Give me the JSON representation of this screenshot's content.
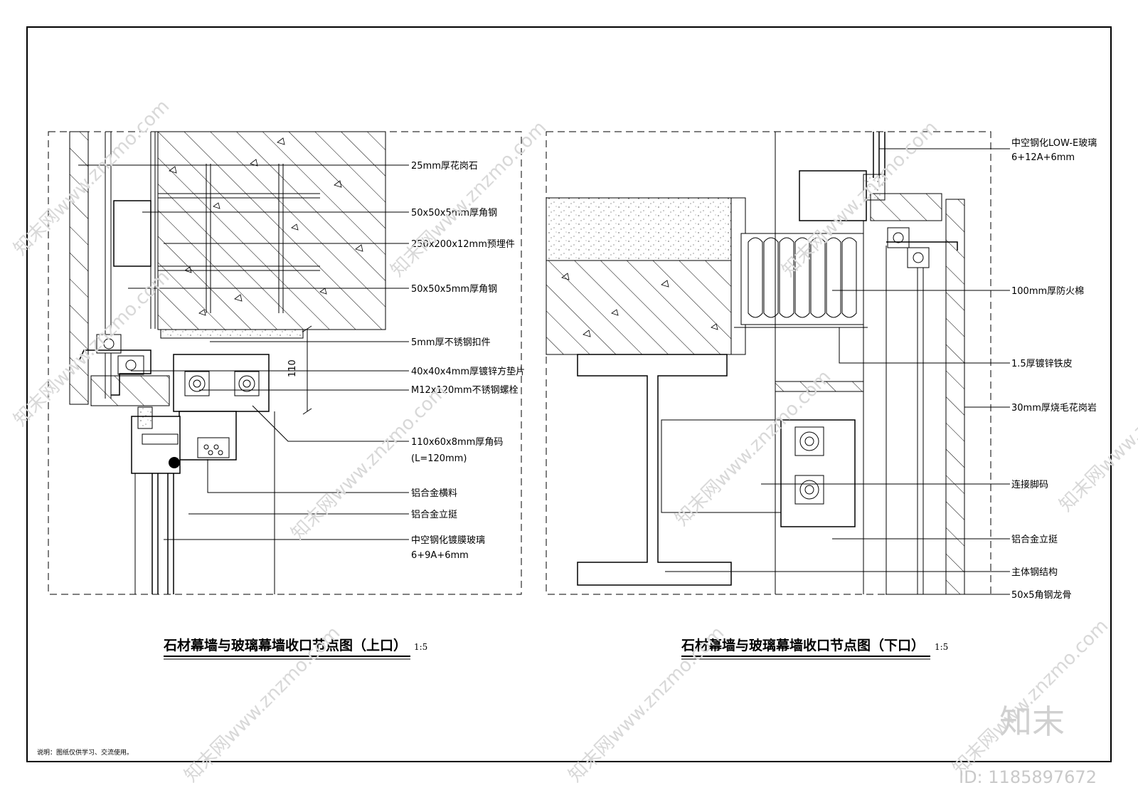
{
  "left_detail": {
    "title": "石材幕墙与玻璃幕墙收口节点图（上口）",
    "scale": "1:5",
    "dimension": "110",
    "labels": [
      "25mm厚花岗石",
      "50x50x5mm厚角钢",
      "250x200x12mm预埋件",
      "50x50x5mm厚角钢",
      "5mm厚不锈钢扣件",
      "40x40x4mm厚镀锌方垫片",
      "M12x120mm不锈钢螺栓",
      "110x60x8mm厚角码",
      "(L=120mm)",
      "铝合金横料",
      "铝合金立挺",
      "中空钢化镀膜玻璃",
      "6+9A+6mm"
    ]
  },
  "right_detail": {
    "title": "石材幕墙与玻璃幕墙收口节点图（下口）",
    "scale": "1:5",
    "labels": [
      "中空钢化LOW-E玻璃",
      "6+12A+6mm",
      "100mm厚防火棉",
      "1.5厚镀锌铁皮",
      "30mm厚烧毛花岗岩",
      "连接脚码",
      "铝合金立挺",
      "主体钢结构",
      "50x5角钢龙骨"
    ]
  },
  "note": "说明：图纸仅供学习、交流使用。",
  "watermark": {
    "text": "知末网www.znzmo.com",
    "brand": "知末",
    "image_id": "ID: 1185897672"
  }
}
